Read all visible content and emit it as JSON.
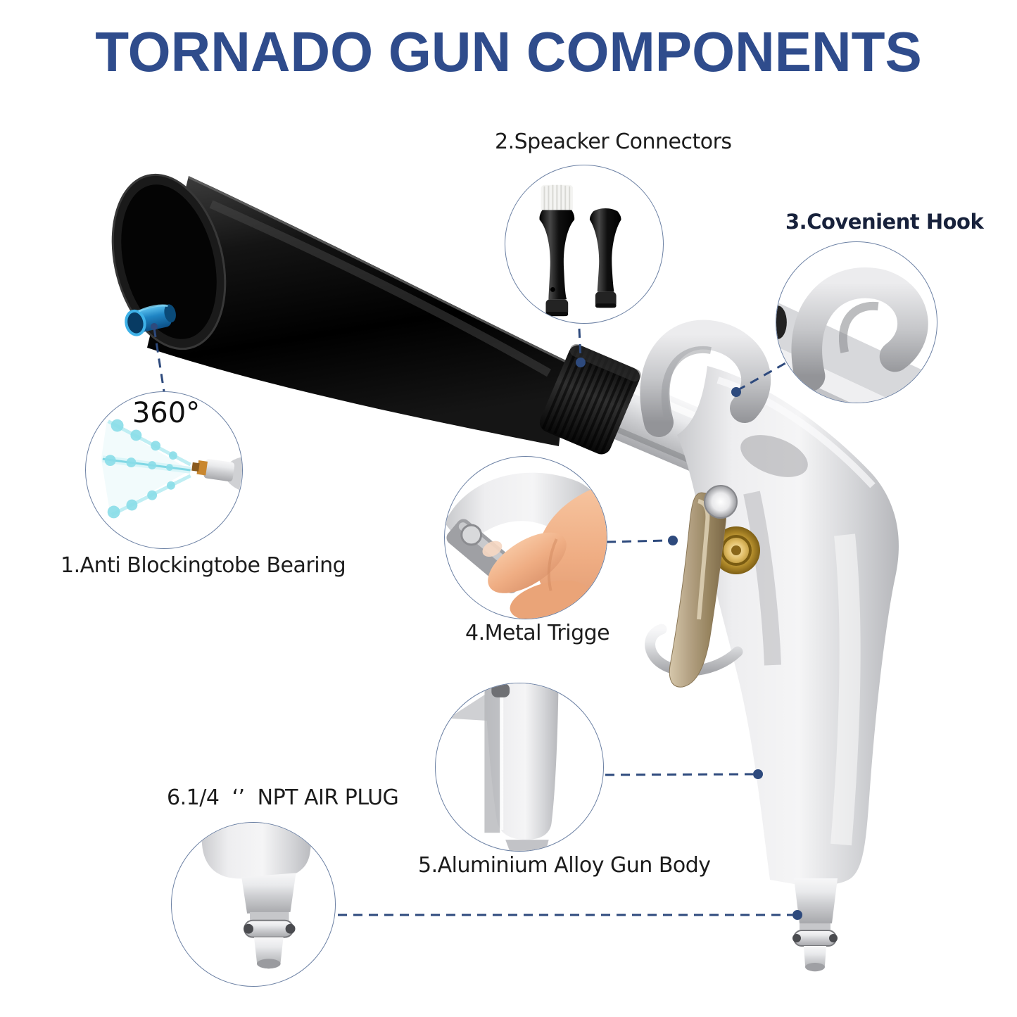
{
  "title": "TORNADO GUN COMPONENTS",
  "labels": {
    "bearing": "1.Anti Blockingtobe Bearing",
    "bearing_degree": "360°",
    "connectors": "2.Speacker Connectors",
    "hook": "3.Covenient Hook",
    "trigger": "4.Metal Trigge",
    "body": "5.Aluminium Alloy Gun Body",
    "air_plug": "6.1/4  ‘’  NPT AIR PLUG"
  },
  "colors": {
    "title": "#2F4C8C",
    "label": "#1C1C1C",
    "hook_label": "#17213B",
    "callout": "#2E4A7D",
    "circle_border": "#6C81A4",
    "spray": "#8ADDE8",
    "trigger_bronze": "#B3A183",
    "bolt_gold": "#D9B45A"
  }
}
